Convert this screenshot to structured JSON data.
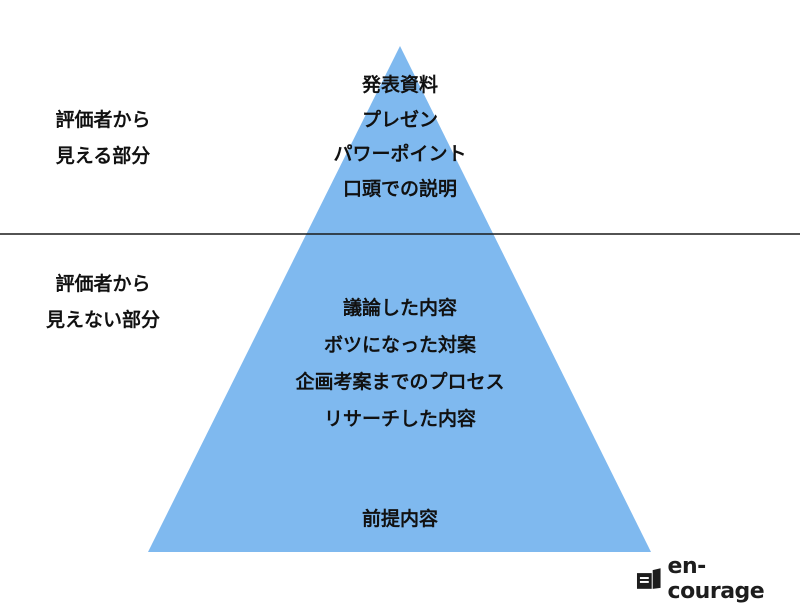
{
  "colors": {
    "pyramid_fill": "#7fb9ef",
    "divider": "#1a1a1a",
    "text": "#111111"
  },
  "left_labels": {
    "visible": [
      "評価者から",
      "見える部分"
    ],
    "hidden": [
      "評価者から",
      "見えない部分"
    ]
  },
  "pyramid": {
    "top_items": [
      "発表資料",
      "プレゼン",
      "パワーポイント",
      "口頭での説明"
    ],
    "middle_items": [
      "議論した内容",
      "ボツになった対案",
      "企画考案までのプロセス",
      "リサーチした内容"
    ],
    "base_item": "前提内容"
  },
  "logo": {
    "text": "en-courage",
    "icon": "book-logo-icon"
  }
}
